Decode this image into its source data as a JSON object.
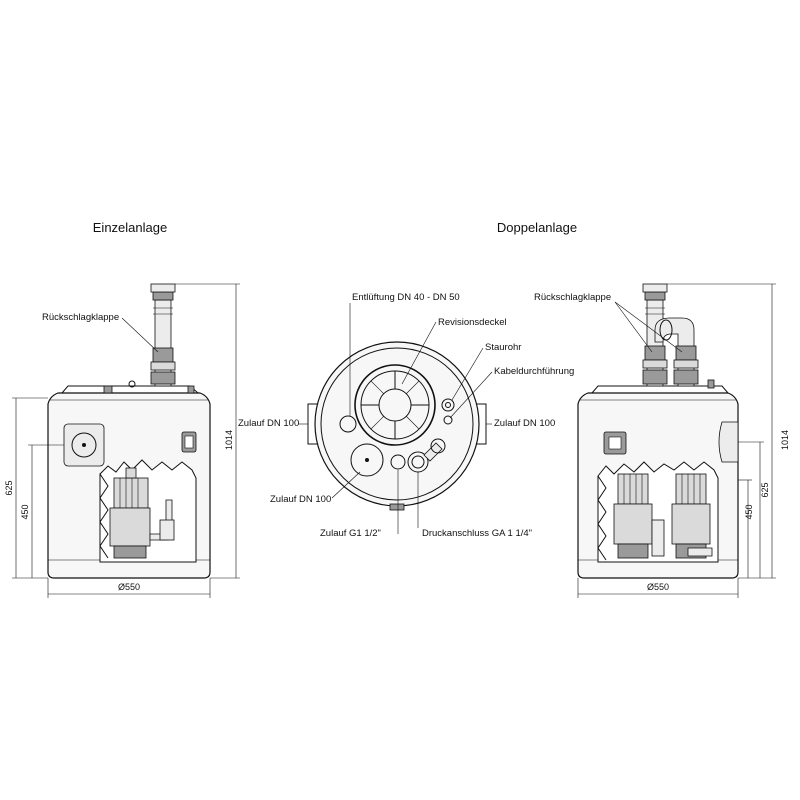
{
  "views": {
    "single": {
      "title": "Einzelanlage",
      "label_check_valve": "Rückschlagklappe",
      "dim_total_height": "1014",
      "dim_inlet_height": "625",
      "dim_inner_height": "450",
      "dim_diameter": "Ø550"
    },
    "top": {
      "label_vent": "Entlüftung DN 40 - DN 50",
      "label_inspection_cover": "Revisionsdeckel",
      "label_dynamic_pipe": "Staurohr",
      "label_cable_entry": "Kabeldurchführung",
      "label_inlet_left": "Zulauf DN 100",
      "label_inlet_right": "Zulauf DN 100",
      "label_inlet_bottom": "Zulauf DN 100",
      "label_inlet_small": "Zulauf G1 1/2\"",
      "label_pressure_connection": "Druckanschluss GA 1 1/4\""
    },
    "double": {
      "title": "Doppelanlage",
      "label_check_valve": "Rückschlagklappe",
      "dim_total_height": "1014",
      "dim_inlet_height": "625",
      "dim_inner_height": "450",
      "dim_diameter": "Ø550"
    }
  }
}
